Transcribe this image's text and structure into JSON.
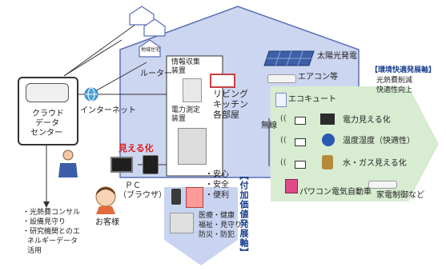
{
  "house_icons": [
    {
      "label": ""
    },
    {
      "label": ""
    },
    {
      "label": "地域住宅"
    }
  ],
  "cloud": {
    "label_lines": [
      "クラウド",
      "データ",
      "センター"
    ]
  },
  "network": {
    "internet": "インターネット",
    "router": "ルーター"
  },
  "devices": {
    "collector_lines": [
      "情報収集",
      "装置"
    ],
    "meter_lines": [
      "電力測定",
      "装置"
    ],
    "rooms_lines": [
      "リビング",
      "キッチン",
      "各部屋"
    ],
    "wireless": "無線"
  },
  "appliances": {
    "solar": "太陽光発電",
    "aircon": "エアコン等",
    "ecocute": "エコキュート"
  },
  "env_axis": {
    "title": "【環境快適発展軸】",
    "line1": "光熱費削減",
    "line2": "快適性向上"
  },
  "sensing": [
    {
      "label": "電力見える化"
    },
    {
      "label": "温度湿度（快適性）"
    },
    {
      "label": "水・ガス見える化"
    }
  ],
  "control": {
    "pc_car": "パワコン電気自動車",
    "home_control": "家電制御など"
  },
  "visible": {
    "label": "見える化"
  },
  "pc": {
    "label": "ＰＣ",
    "browser": "（ブラウザ）"
  },
  "customer": {
    "label": "お客様"
  },
  "value_axis": {
    "title": "【付加価値発展軸】",
    "top_items": [
      "・安心",
      "・安全",
      "・便利"
    ],
    "bottom_lines": [
      "医療・健康",
      "福祉・見守り",
      "防災・防犯"
    ]
  },
  "services": [
    "・光熱費コンサル",
    "・設備見守り",
    "・研究機関とのエ",
    "ネルギーデータ",
    "活用"
  ],
  "colors": {
    "house_fill": "#c9d3ee",
    "house_stroke": "#5b6fb5",
    "green_arrow": "#d6ebd0",
    "blue_arrow": "#c6d2ef",
    "red_label": "#d81e1e",
    "accent_blue": "#1a3f8f"
  }
}
